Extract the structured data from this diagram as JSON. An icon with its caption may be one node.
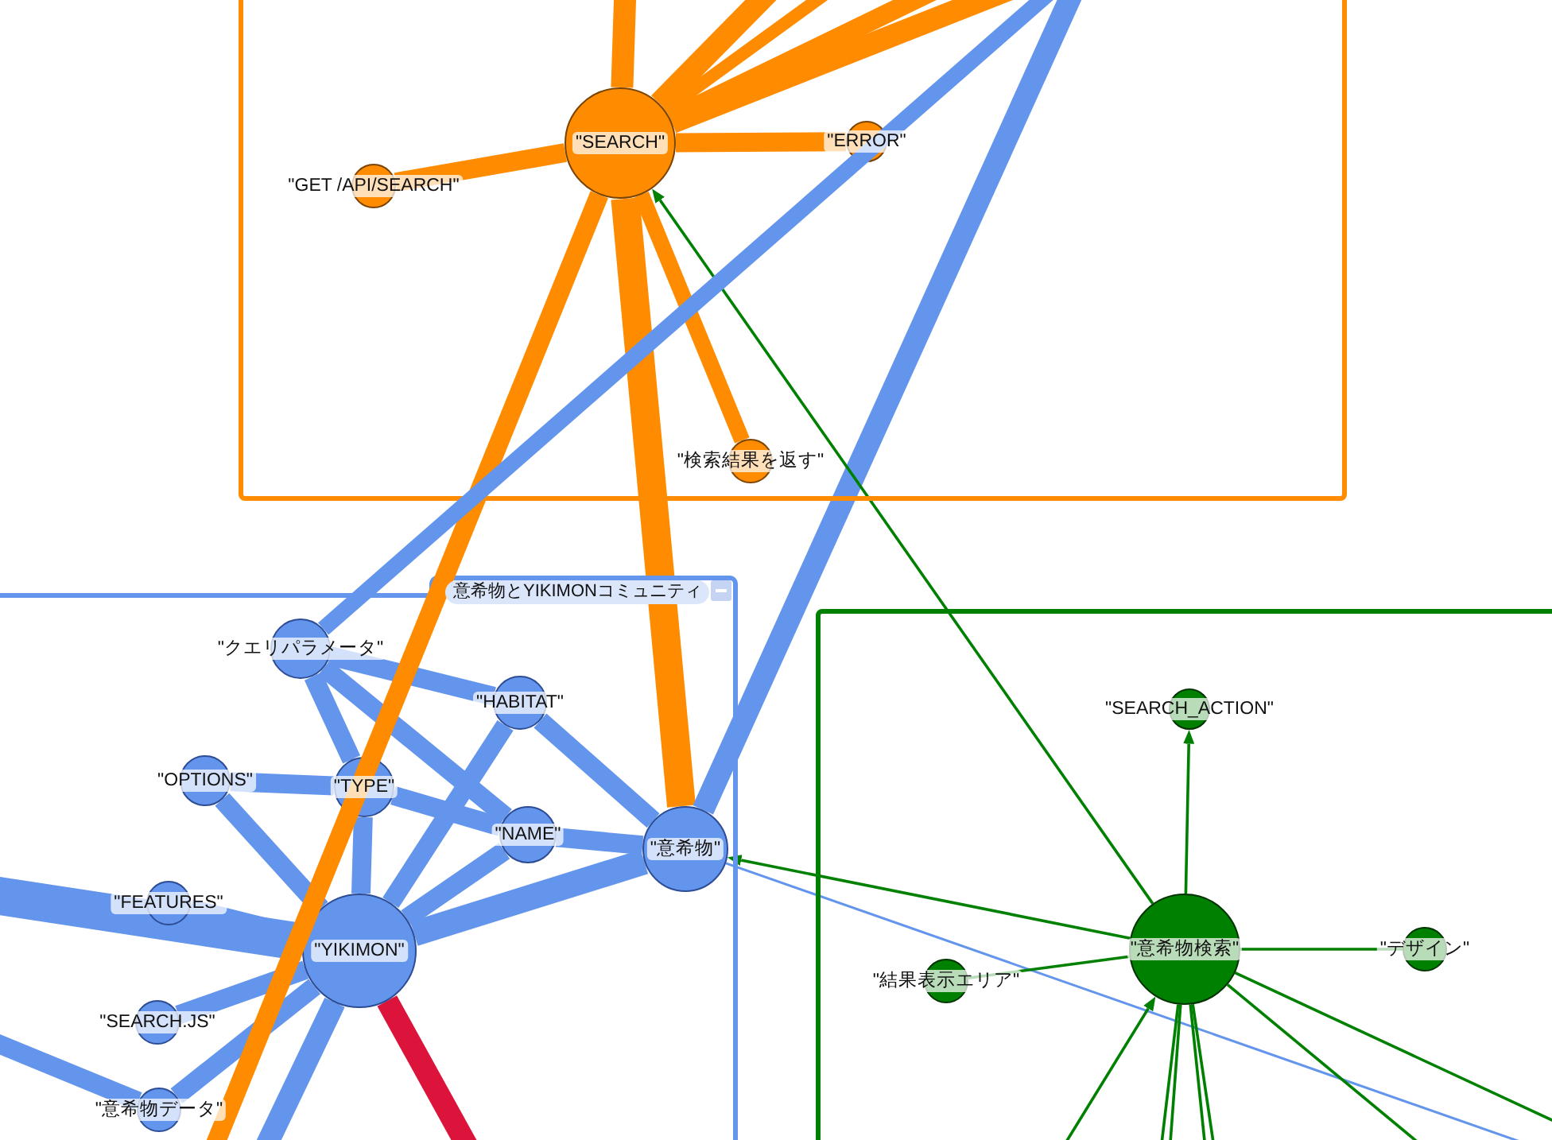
{
  "diagram": {
    "nodes": [
      {
        "text": [],
        "shape": "box"
      },
      {
        "text": [
          "\"SEARCH\""
        ],
        "in": 0
      },
      {
        "text": [
          "\"GET /API/SEARCH\""
        ],
        "in": 0
      },
      {
        "text": [
          "\"ERROR\""
        ],
        "in": 0
      },
      {
        "text": [
          "\"検索結果を返す\""
        ],
        "in": 0
      },
      {
        "text": [
          "意希物とYIKIMONコミュニティ"
        ]
      },
      {
        "text": [
          "\"クエリパラメータ\""
        ],
        "in": 5
      },
      {
        "text": [
          "\"HABITAT\""
        ],
        "in": 5
      },
      {
        "text": [
          "\"OPTIONS\""
        ],
        "in": 5
      },
      {
        "text": [
          "\"TYPE\""
        ],
        "in": 5
      },
      {
        "text": [
          "\"NAME\""
        ],
        "in": 5
      },
      {
        "text": [
          "\"意希物\""
        ],
        "in": 5
      },
      {
        "text": [
          "\"FEATURES\""
        ],
        "in": 5
      },
      {
        "text": [
          "\"YIKIMON\""
        ],
        "in": 5
      },
      {
        "text": [
          "\"SEARCH.JS\""
        ],
        "in": 5
      },
      {
        "text": [
          "\"意希物データ\""
        ],
        "in": 5
      },
      {
        "text": [],
        "shape": "box"
      },
      {
        "text": [
          "\"SEARCH_ACTION\""
        ],
        "in": 16
      },
      {
        "text": [
          "\"意希物検索\""
        ],
        "in": 16
      },
      {
        "text": [
          "\"結果表示エリア\""
        ],
        "in": 16
      },
      {
        "text": [
          "\"デザイン\""
        ],
        "in": 16
      }
    ],
    "edges": [
      {
        "from": 1,
        "to": null,
        "arrow": "none",
        "color": "#ff8c00"
      },
      {
        "from": 1,
        "to": null,
        "arrow": "none",
        "color": "#ff8c00"
      },
      {
        "from": 1,
        "to": null,
        "arrow": "none",
        "color": "#ff8c00"
      },
      {
        "from": 1,
        "to": null,
        "arrow": "none",
        "color": "#ff8c00"
      },
      {
        "from": 1,
        "to": null,
        "arrow": "none",
        "color": "#ff8c00"
      },
      {
        "from": 1,
        "to": 2,
        "arrow": "none",
        "color": "#ff8c00"
      },
      {
        "from": 1,
        "to": 3,
        "arrow": "none",
        "color": "#ff8c00"
      },
      {
        "from": 1,
        "to": 4,
        "arrow": "none",
        "color": "#ff8c00"
      },
      {
        "from": 1,
        "to": 11,
        "arrow": "none",
        "color": "#ff8c00"
      },
      {
        "from": 1,
        "to": null,
        "arrow": "none",
        "color": "#ff8c00"
      },
      {
        "from": 6,
        "to": null,
        "arrow": "none"
      },
      {
        "from": 11,
        "to": null,
        "arrow": "none"
      },
      {
        "from": 6,
        "to": 7,
        "arrow": "none"
      },
      {
        "from": 6,
        "to": 9,
        "arrow": "none"
      },
      {
        "from": 6,
        "to": 10,
        "arrow": "none"
      },
      {
        "from": 8,
        "to": 9,
        "arrow": "none"
      },
      {
        "from": 8,
        "to": 13,
        "arrow": "none"
      },
      {
        "from": 9,
        "to": 10,
        "arrow": "none"
      },
      {
        "from": 10,
        "to": 11,
        "arrow": "none"
      },
      {
        "from": 7,
        "to": 11,
        "arrow": "none"
      },
      {
        "from": 7,
        "to": 13,
        "arrow": "none"
      },
      {
        "from": 10,
        "to": 13,
        "arrow": "none"
      },
      {
        "from": 11,
        "to": 13,
        "arrow": "none"
      },
      {
        "from": 9,
        "to": 13,
        "arrow": "none"
      },
      {
        "from": 12,
        "to": 13,
        "arrow": "none"
      },
      {
        "from": null,
        "to": 13,
        "arrow": "none",
        "style": "thick"
      },
      {
        "from": 14,
        "to": 13,
        "arrow": "none"
      },
      {
        "from": 13,
        "to": 15,
        "arrow": "none"
      },
      {
        "from": 13,
        "to": null,
        "arrow": "none"
      },
      {
        "from": null,
        "to": 15,
        "arrow": "none"
      },
      {
        "from": 13,
        "to": null,
        "arrow": "none",
        "color": "#dc143c"
      },
      {
        "from": 11,
        "to": null,
        "arrow": "none"
      },
      {
        "from": 18,
        "to": 1,
        "arrow": "to",
        "color": "#008000"
      },
      {
        "from": 18,
        "to": 17,
        "arrow": "to",
        "color": "#008000"
      },
      {
        "from": 18,
        "to": 11,
        "arrow": "to",
        "color": "#008000"
      },
      {
        "from": 18,
        "to": 19,
        "arrow": "none",
        "color": "#008000"
      },
      {
        "from": 18,
        "to": 20,
        "arrow": "none",
        "color": "#008000"
      },
      {
        "from": null,
        "to": 18,
        "arrow": "to",
        "color": "#008000"
      },
      {
        "from": 18,
        "to": null,
        "arrow": "none",
        "color": "#008000"
      },
      {
        "from": 18,
        "to": null,
        "arrow": "none",
        "color": "#008000"
      },
      {
        "from": 18,
        "to": null,
        "arrow": "none",
        "color": "#008000"
      },
      {
        "from": 18,
        "to": null,
        "arrow": "none",
        "color": "#008000"
      },
      {
        "from": 18,
        "to": null,
        "arrow": "none",
        "color": "#008000"
      },
      {
        "from": 18,
        "to": null,
        "arrow": "none",
        "color": "#008000"
      }
    ]
  }
}
